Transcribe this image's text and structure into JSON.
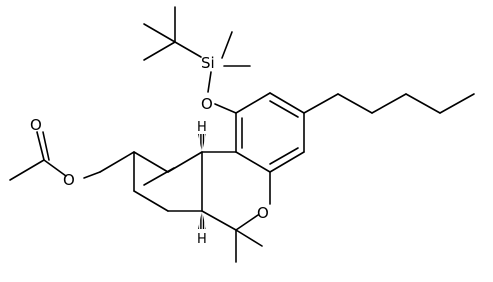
{
  "molecule": {
    "atoms": {
      "si": "Si",
      "o_silyl": "O",
      "o_ring": "O",
      "o_ester": "O",
      "o_carbonyl": "O",
      "h_top": "H",
      "h_bottom": "H"
    }
  }
}
